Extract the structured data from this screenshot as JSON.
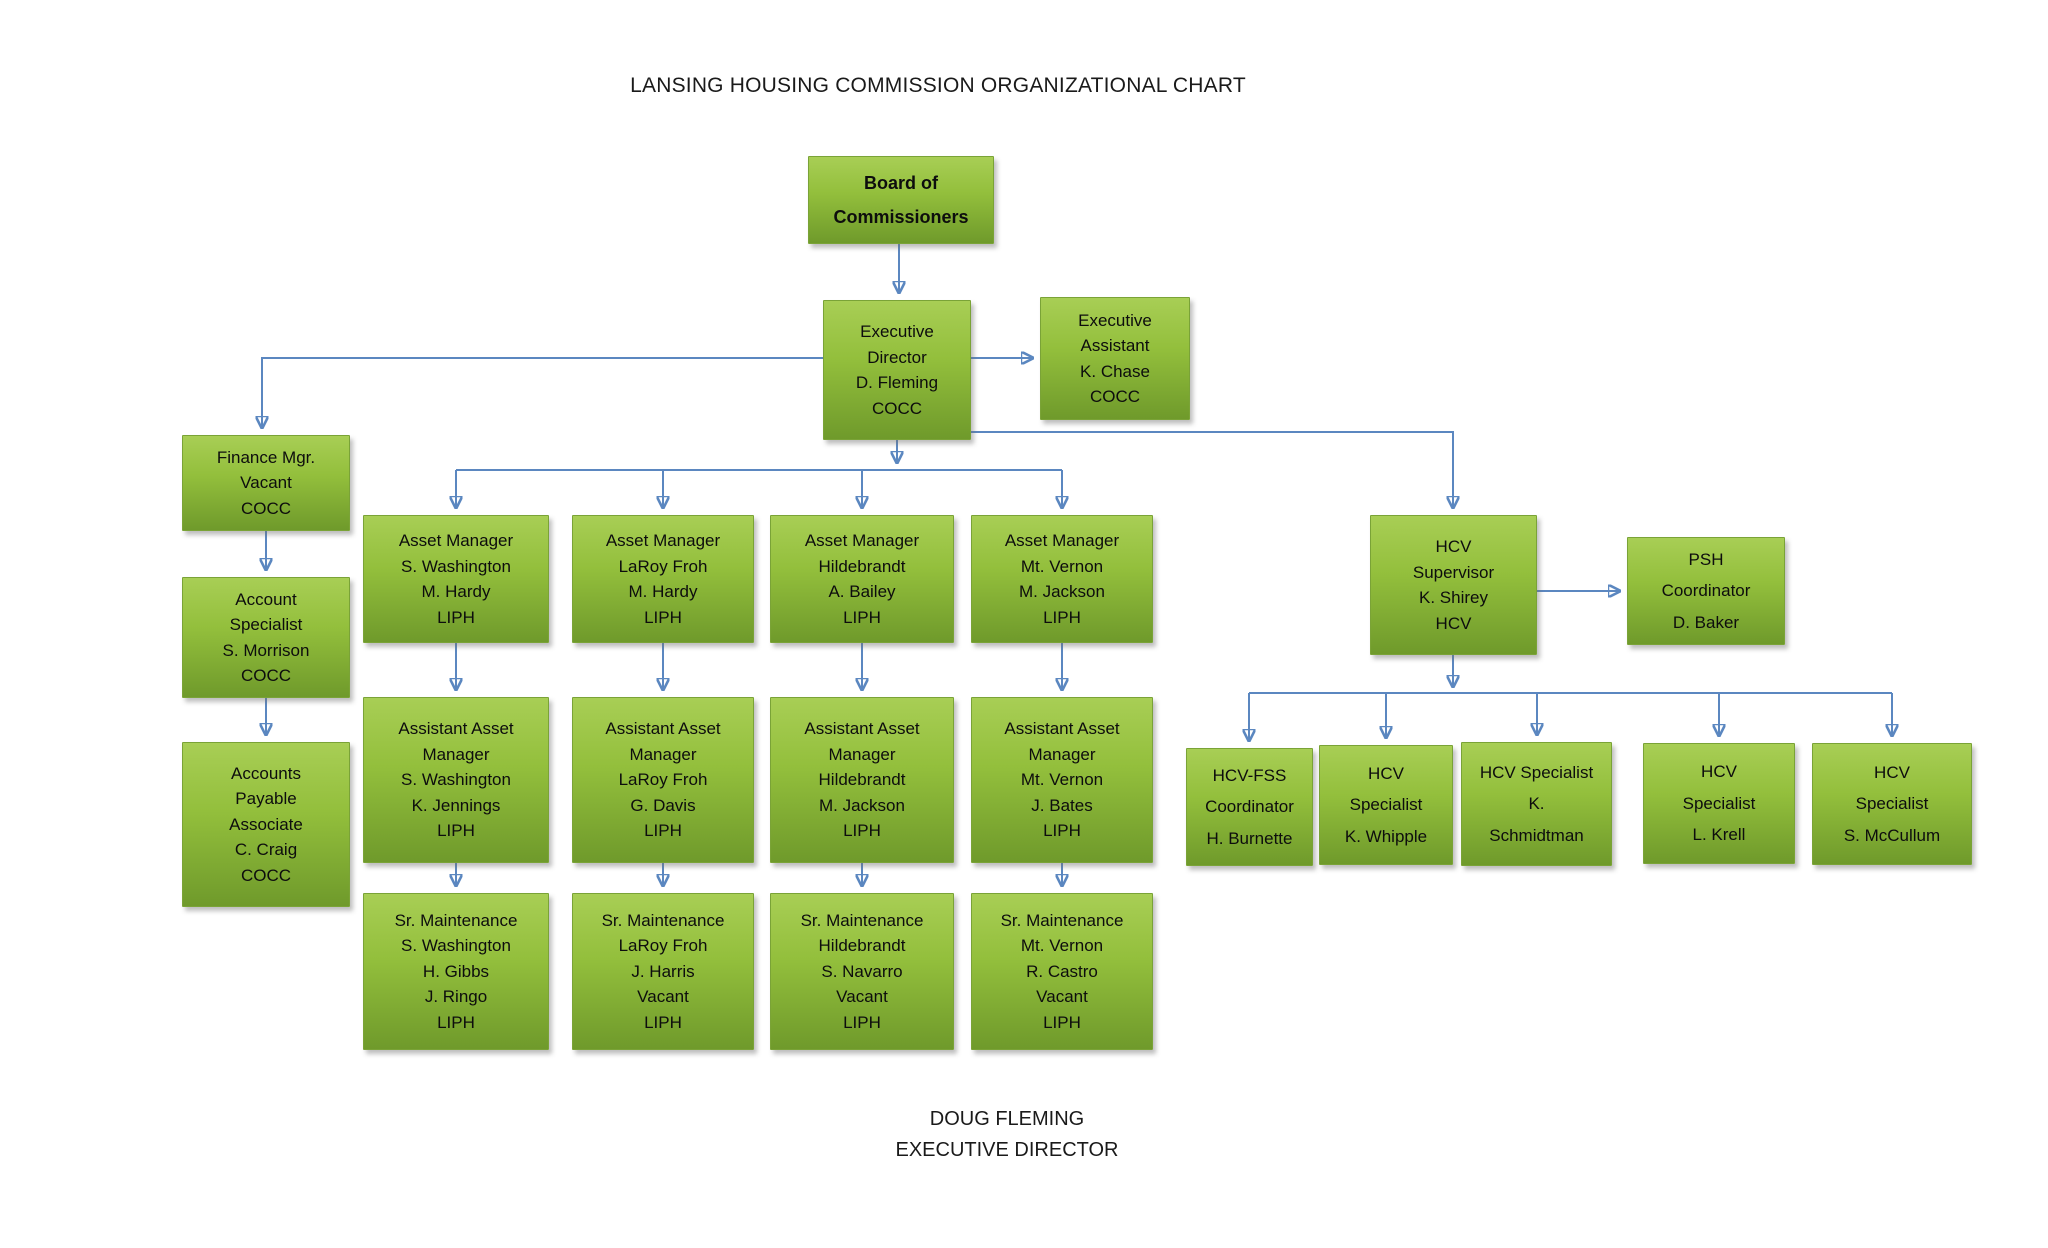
{
  "title": "LANSING HOUSING COMMISSION ORGANIZATIONAL CHART",
  "footer": {
    "name": "DOUG FLEMING",
    "role": "EXECUTIVE DIRECTOR"
  },
  "colors": {
    "box_top": "#a8ce55",
    "box_bottom": "#6f9a2b",
    "box_border": "#7aa337",
    "connector": "#5b87c0",
    "text": "#0d0d0d"
  },
  "nodes": {
    "board": {
      "lines": [
        "Board of",
        "Commissioners"
      ]
    },
    "exec_director": {
      "lines": [
        "Executive",
        "Director",
        "D. Fleming",
        "COCC"
      ]
    },
    "exec_assistant": {
      "lines": [
        "Executive",
        "Assistant",
        "K. Chase",
        "COCC"
      ]
    },
    "finance_mgr": {
      "lines": [
        "Finance Mgr.",
        "Vacant",
        "COCC"
      ]
    },
    "account_specialist": {
      "lines": [
        "Account",
        "Specialist",
        "S. Morrison",
        "COCC"
      ]
    },
    "accounts_payable": {
      "lines": [
        "Accounts",
        "Payable",
        "Associate",
        "C. Craig",
        "COCC"
      ]
    },
    "asset_mgr_washington": {
      "lines": [
        "Asset Manager",
        "S. Washington",
        "M. Hardy",
        "LIPH"
      ]
    },
    "asset_mgr_laroy_froh": {
      "lines": [
        "Asset Manager",
        "LaRoy Froh",
        "M. Hardy",
        "LIPH"
      ]
    },
    "asset_mgr_hildebrandt": {
      "lines": [
        "Asset Manager",
        "Hildebrandt",
        "A. Bailey",
        "LIPH"
      ]
    },
    "asset_mgr_mt_vernon": {
      "lines": [
        "Asset Manager",
        "Mt. Vernon",
        "M. Jackson",
        "LIPH"
      ]
    },
    "asst_asset_mgr_washington": {
      "lines": [
        "Assistant Asset",
        "Manager",
        "S. Washington",
        "K. Jennings",
        "LIPH"
      ]
    },
    "asst_asset_mgr_laroy_froh": {
      "lines": [
        "Assistant Asset",
        "Manager",
        "LaRoy Froh",
        "G. Davis",
        "LIPH"
      ]
    },
    "asst_asset_mgr_hildebrandt": {
      "lines": [
        "Assistant Asset",
        "Manager",
        "Hildebrandt",
        "M. Jackson",
        "LIPH"
      ]
    },
    "asst_asset_mgr_mt_vernon": {
      "lines": [
        "Assistant Asset",
        "Manager",
        "Mt. Vernon",
        "J. Bates",
        "LIPH"
      ]
    },
    "sr_maint_washington": {
      "lines": [
        "Sr. Maintenance",
        "S. Washington",
        "H. Gibbs",
        "J. Ringo",
        "LIPH"
      ]
    },
    "sr_maint_laroy_froh": {
      "lines": [
        "Sr. Maintenance",
        "LaRoy Froh",
        "J. Harris",
        "Vacant",
        "LIPH"
      ]
    },
    "sr_maint_hildebrandt": {
      "lines": [
        "Sr. Maintenance",
        "Hildebrandt",
        "S. Navarro",
        "Vacant",
        "LIPH"
      ]
    },
    "sr_maint_mt_vernon": {
      "lines": [
        "Sr. Maintenance",
        "Mt. Vernon",
        "R. Castro",
        "Vacant",
        "LIPH"
      ]
    },
    "hcv_supervisor": {
      "lines": [
        "HCV",
        "Supervisor",
        "K. Shirey",
        "HCV"
      ]
    },
    "psh_coordinator": {
      "lines": [
        "PSH",
        "Coordinator",
        "D. Baker"
      ]
    },
    "hcv_fss_coordinator": {
      "lines": [
        "HCV-FSS",
        "Coordinator",
        "H. Burnette"
      ]
    },
    "hcv_specialist_whipple": {
      "lines": [
        "HCV",
        "Specialist",
        "K. Whipple"
      ]
    },
    "hcv_specialist_schmidtman": {
      "lines": [
        "HCV Specialist",
        "K.",
        "Schmidtman"
      ]
    },
    "hcv_specialist_krell": {
      "lines": [
        "HCV",
        "Specialist",
        "L. Krell"
      ]
    },
    "hcv_specialist_mccullum": {
      "lines": [
        "HCV",
        "Specialist",
        "S. McCullum"
      ]
    }
  }
}
